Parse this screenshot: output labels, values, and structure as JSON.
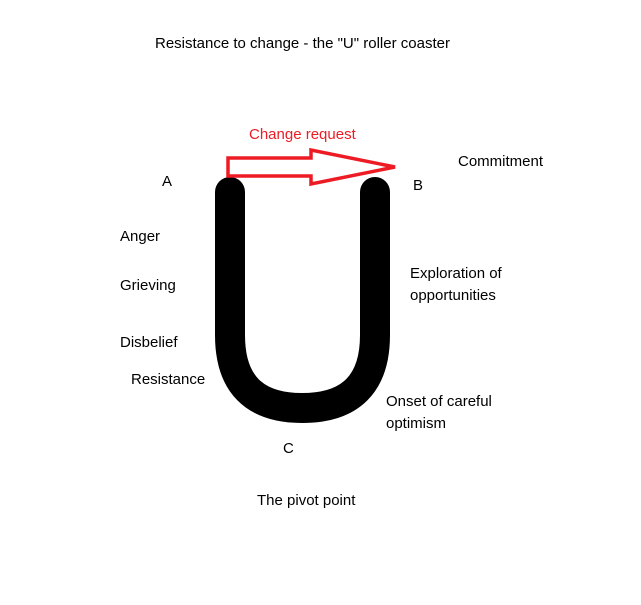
{
  "title": "Resistance to change - the \"U\" roller coaster",
  "change_request": "Change request",
  "colors": {
    "arrow": "#ed1c24",
    "u_shape": "#000000"
  },
  "points": {
    "a": "A",
    "b": "B",
    "c": "C"
  },
  "left_stages": [
    "Anger",
    "Grieving",
    "Disbelief",
    "Resistance"
  ],
  "right_stages": {
    "commitment": "Commitment",
    "exploration_1": "Exploration of",
    "exploration_2": "opportunities",
    "optimism_1": "Onset of careful",
    "optimism_2": "optimism"
  },
  "pivot": "The pivot point"
}
